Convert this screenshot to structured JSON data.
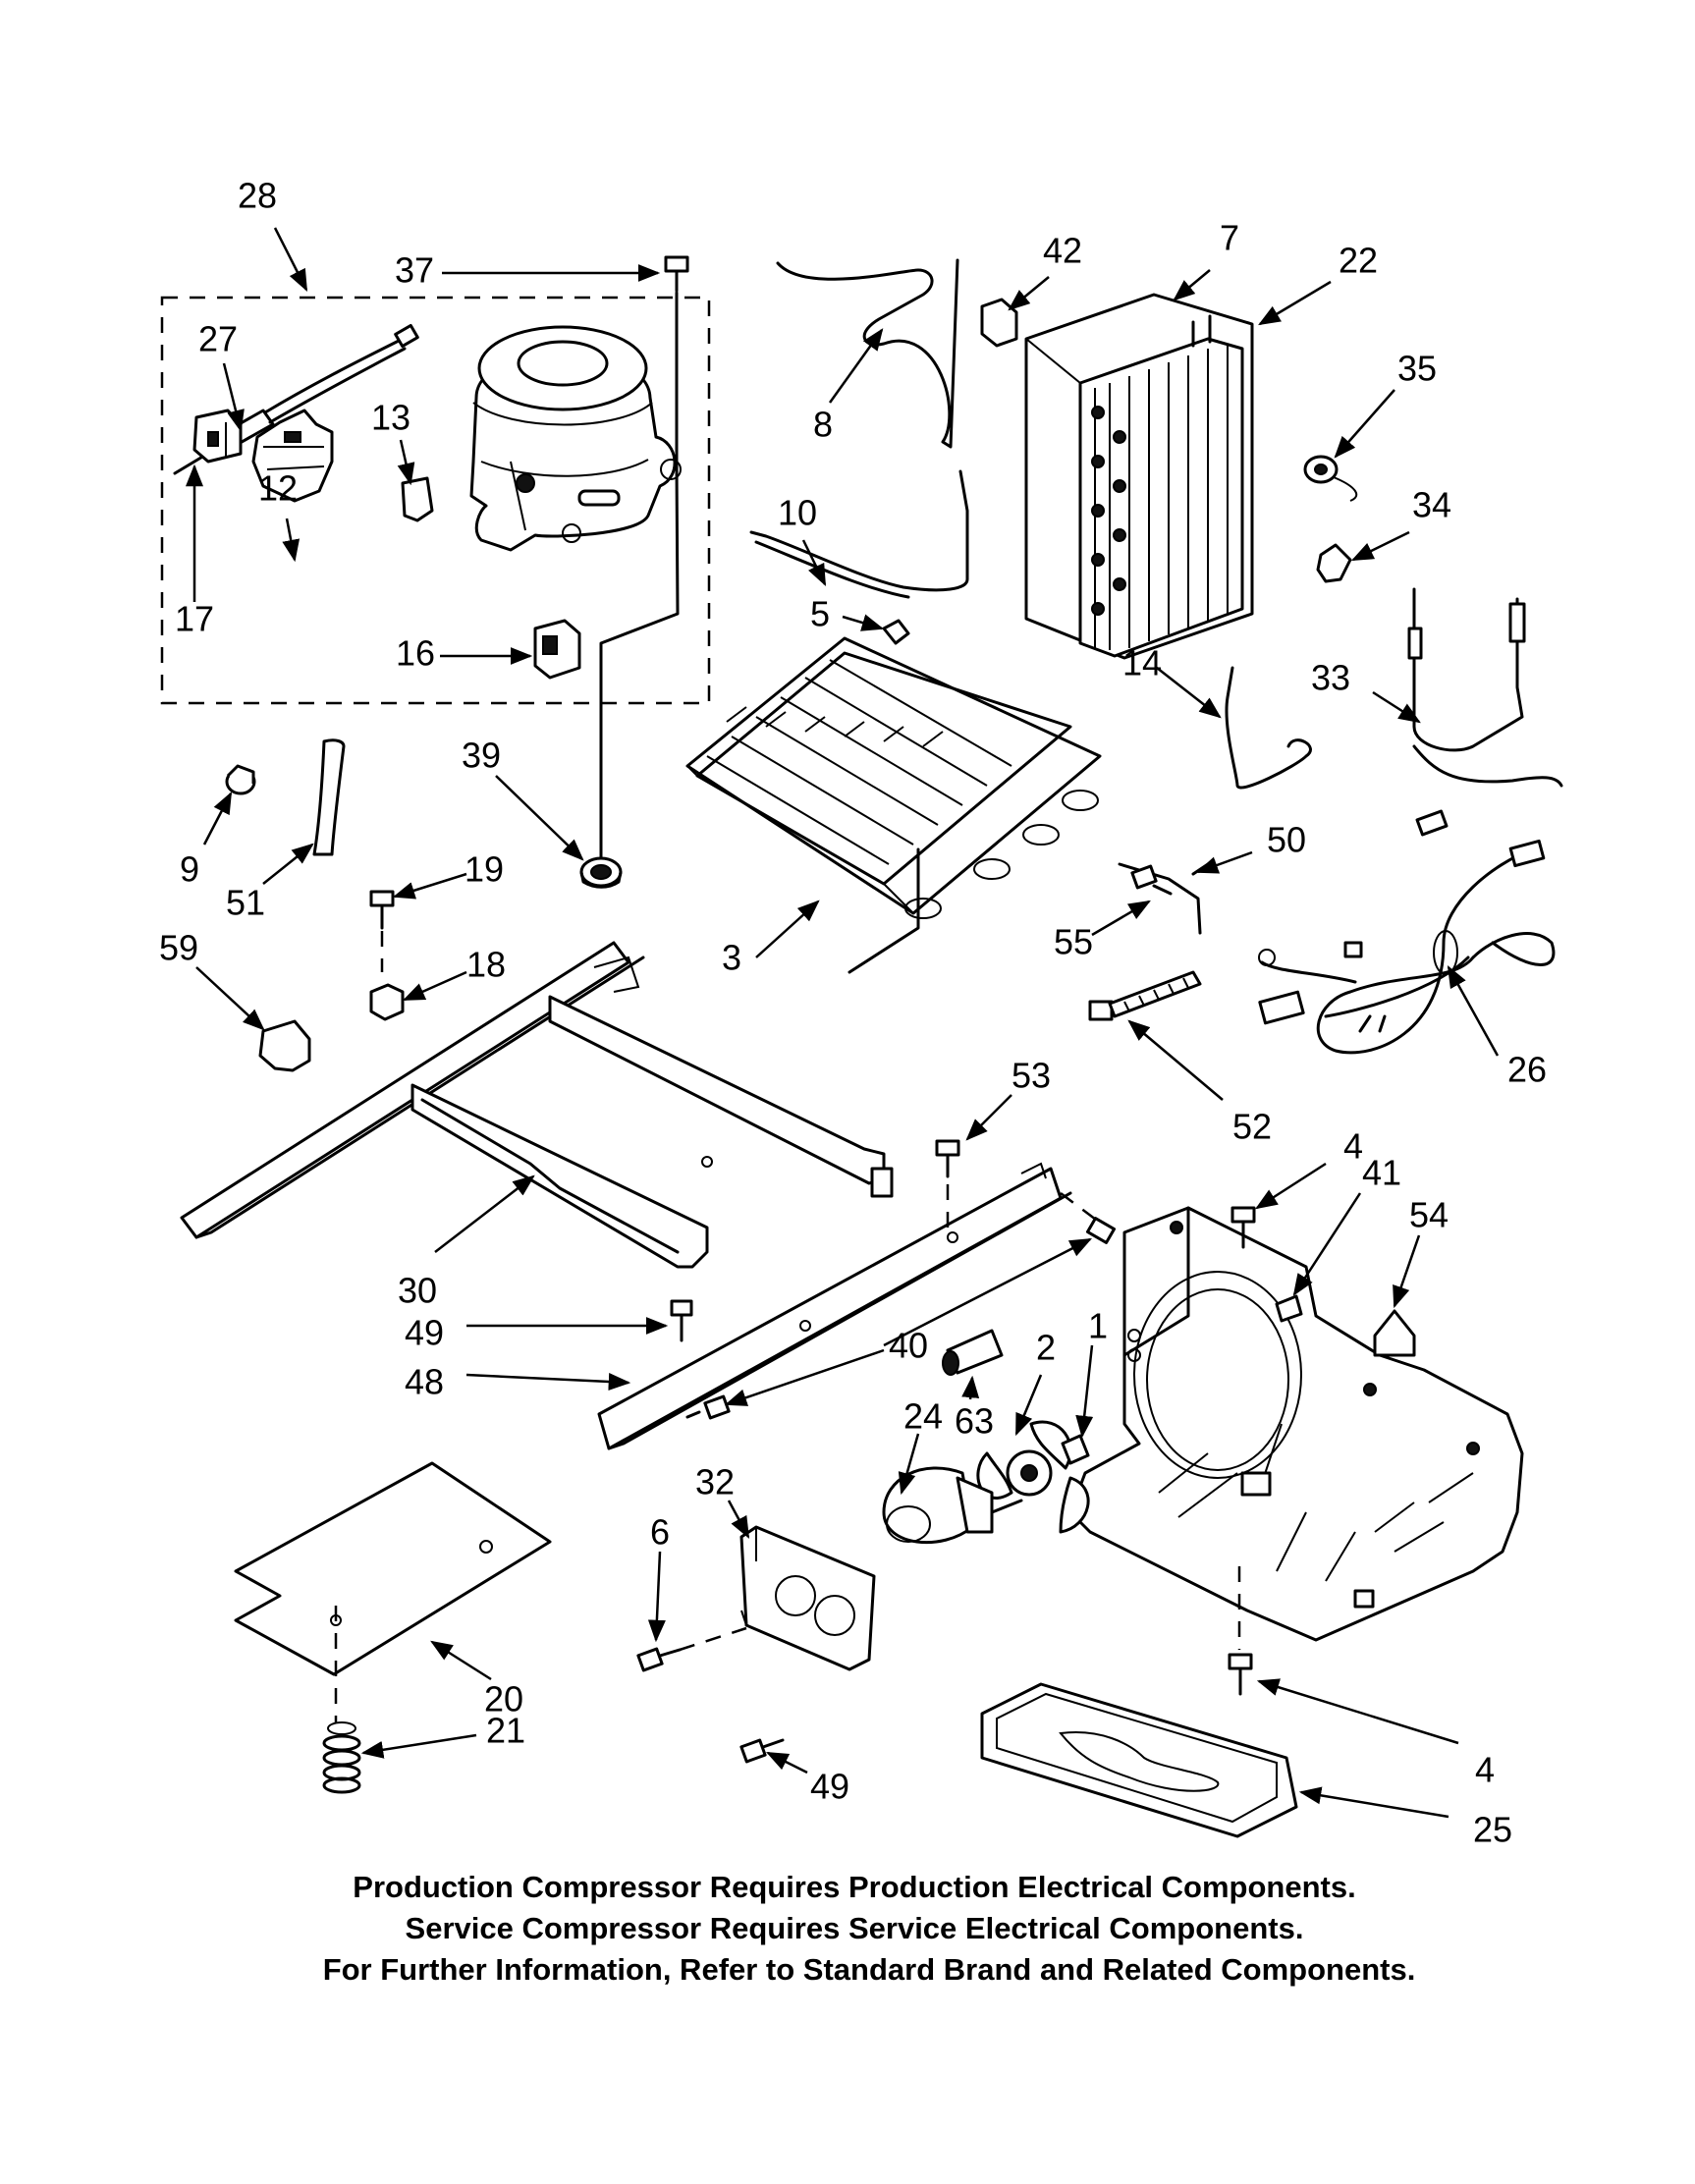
{
  "callouts": [
    {
      "id": "c28",
      "text": "28"
    },
    {
      "id": "c37",
      "text": "37"
    },
    {
      "id": "c27",
      "text": "27"
    },
    {
      "id": "c13",
      "text": "13"
    },
    {
      "id": "c12",
      "text": "12"
    },
    {
      "id": "c17",
      "text": "17"
    },
    {
      "id": "c16",
      "text": "16"
    },
    {
      "id": "c42",
      "text": "42"
    },
    {
      "id": "c7",
      "text": "7"
    },
    {
      "id": "c22",
      "text": "22"
    },
    {
      "id": "c8",
      "text": "8"
    },
    {
      "id": "c35",
      "text": "35"
    },
    {
      "id": "c34",
      "text": "34"
    },
    {
      "id": "c10",
      "text": "10"
    },
    {
      "id": "c5",
      "text": "5"
    },
    {
      "id": "c14",
      "text": "14"
    },
    {
      "id": "c33",
      "text": "33"
    },
    {
      "id": "c39",
      "text": "39"
    },
    {
      "id": "c9",
      "text": "9"
    },
    {
      "id": "c51",
      "text": "51"
    },
    {
      "id": "c19",
      "text": "19"
    },
    {
      "id": "c50",
      "text": "50"
    },
    {
      "id": "c3",
      "text": "3"
    },
    {
      "id": "c55",
      "text": "55"
    },
    {
      "id": "c59",
      "text": "59"
    },
    {
      "id": "c18",
      "text": "18"
    },
    {
      "id": "c26",
      "text": "26"
    },
    {
      "id": "c53",
      "text": "53"
    },
    {
      "id": "c52",
      "text": "52"
    },
    {
      "id": "c4a",
      "text": "4"
    },
    {
      "id": "c41",
      "text": "41"
    },
    {
      "id": "c54",
      "text": "54"
    },
    {
      "id": "c30",
      "text": "30"
    },
    {
      "id": "c49a",
      "text": "49"
    },
    {
      "id": "c1",
      "text": "1"
    },
    {
      "id": "c2",
      "text": "2"
    },
    {
      "id": "c40",
      "text": "40"
    },
    {
      "id": "c48",
      "text": "48"
    },
    {
      "id": "c63",
      "text": "63"
    },
    {
      "id": "c24",
      "text": "24"
    },
    {
      "id": "c32",
      "text": "32"
    },
    {
      "id": "c6",
      "text": "6"
    },
    {
      "id": "c20",
      "text": "20"
    },
    {
      "id": "c21",
      "text": "21"
    },
    {
      "id": "c49b",
      "text": "49"
    },
    {
      "id": "c4b",
      "text": "4"
    },
    {
      "id": "c25",
      "text": "25"
    }
  ],
  "notes": [
    "Production Compressor Requires Production Electrical Components.",
    "Service Compressor Requires Service Electrical Components.",
    "For Further Information, Refer to Standard Brand and Related Components."
  ]
}
